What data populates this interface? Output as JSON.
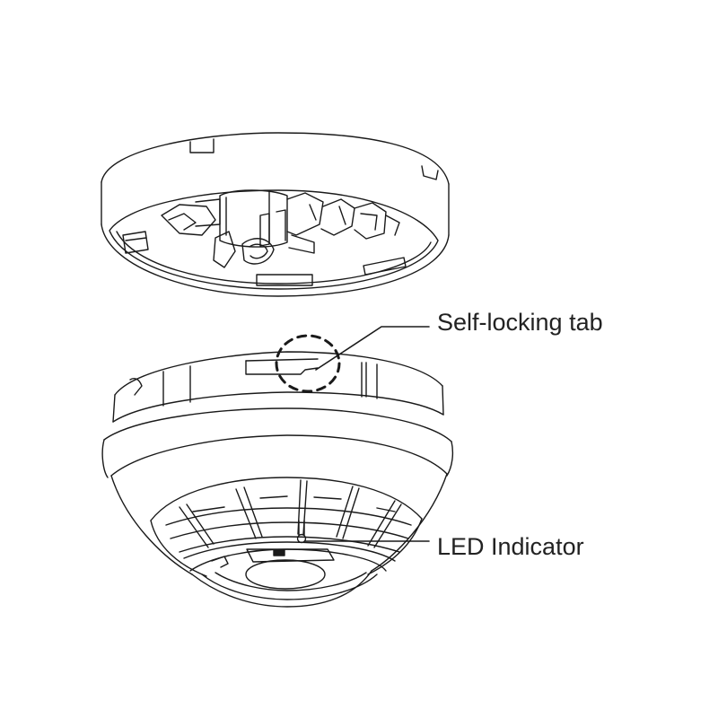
{
  "figure": {
    "description": "Exploded view of a ceiling-mounted detector: mounting base above, detector head below",
    "components": [
      {
        "id": "mounting-base",
        "name": "Mounting base"
      },
      {
        "id": "detector-head",
        "name": "Detector head"
      }
    ]
  },
  "callouts": [
    {
      "id": "self-locking-tab",
      "label": "Self-locking tab",
      "target": "dashed circle on detector head rim"
    },
    {
      "id": "led-indicator",
      "label": "LED Indicator",
      "target": "small LED on detector chamber"
    }
  ],
  "colors": {
    "background": "#ffffff",
    "line": "#1a1a1a",
    "text": "#222222"
  }
}
